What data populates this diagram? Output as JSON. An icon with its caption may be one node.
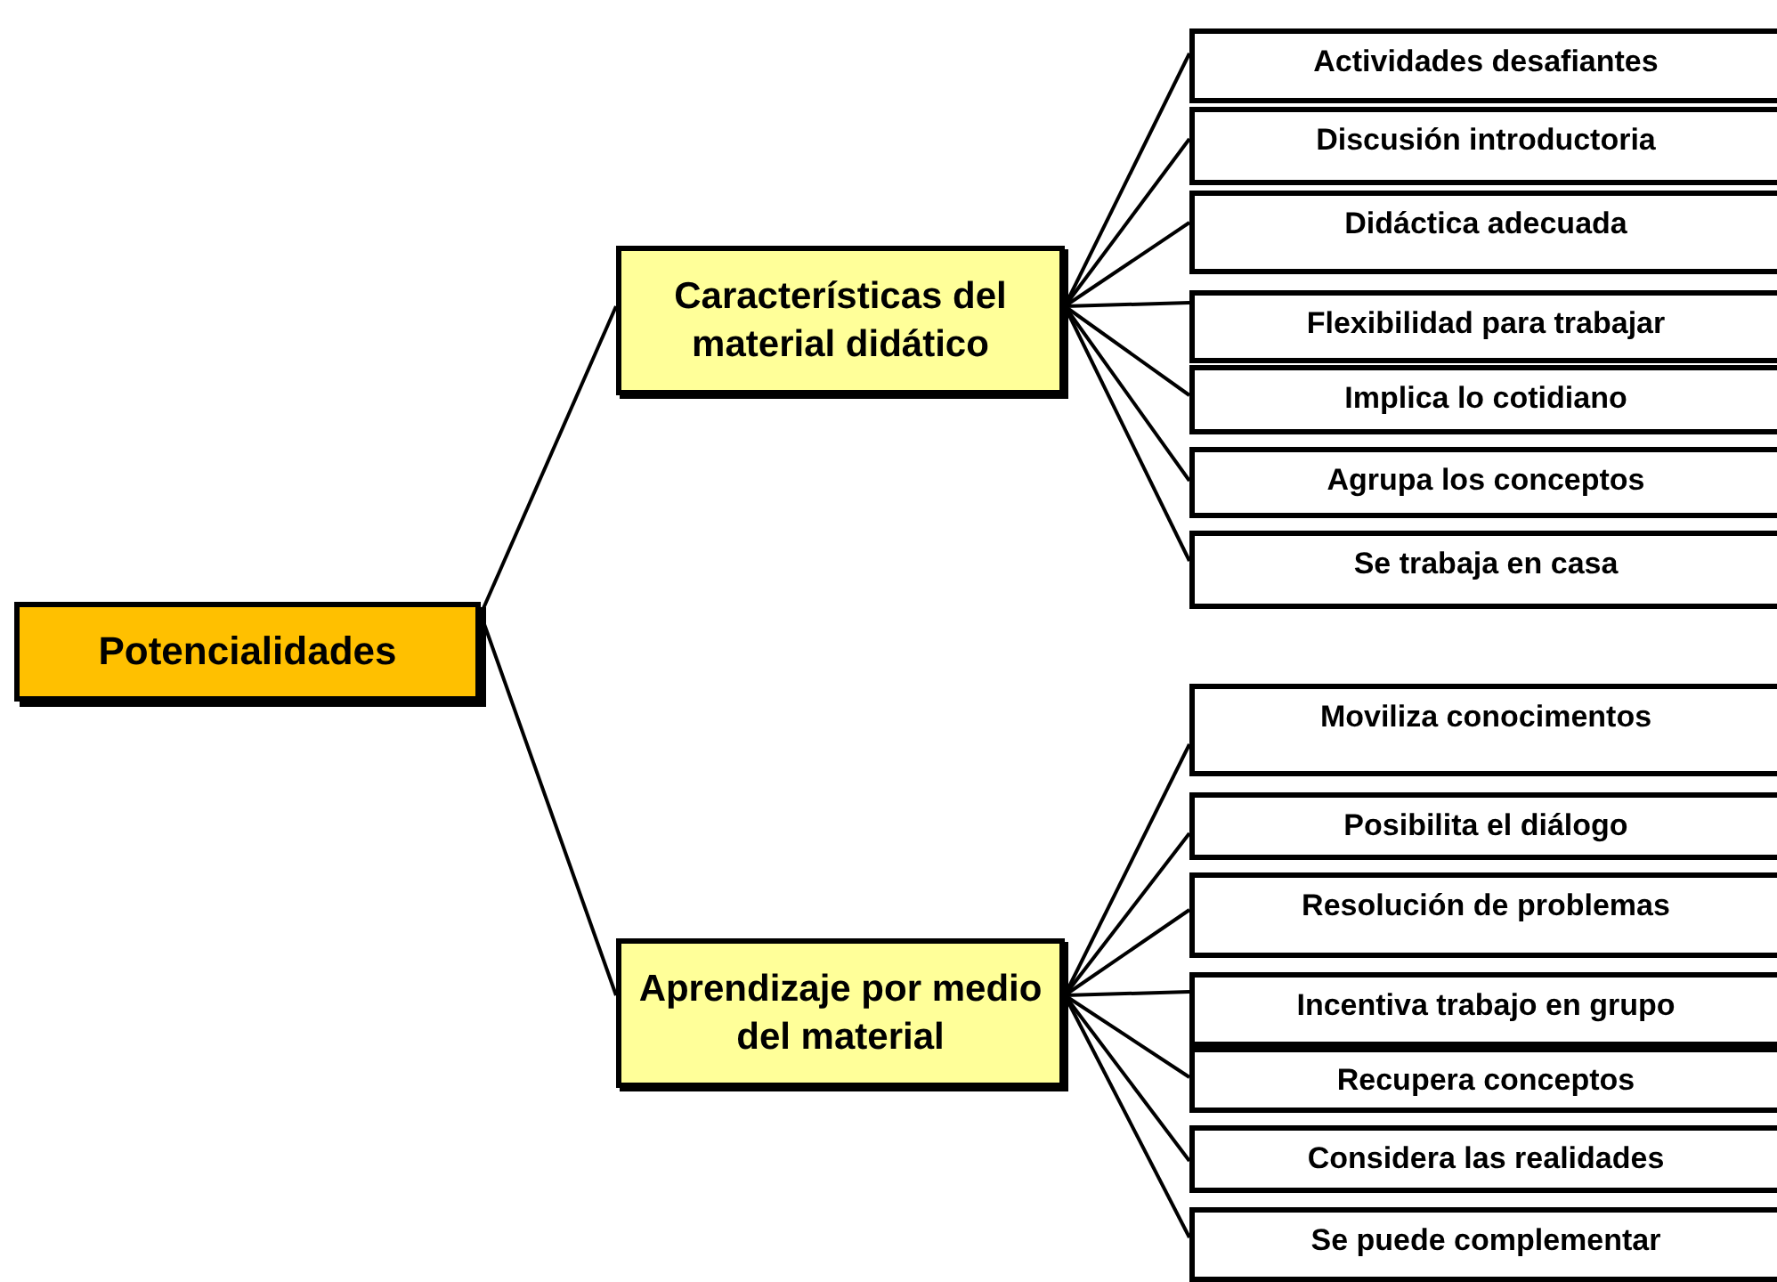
{
  "diagram": {
    "nodes": [
      {
        "text": [
          "Potencialidades"
        ]
      },
      {
        "text": [
          "Características  del material didático"
        ]
      },
      {
        "text": [
          "Actividades desafiantes"
        ]
      },
      {
        "text": [
          "Discusión introductoria"
        ]
      },
      {
        "text": [
          "Didáctica adecuada"
        ]
      },
      {
        "text": [
          "Flexibilidad para trabajar"
        ]
      },
      {
        "text": [
          "Implica lo cotidiano"
        ]
      },
      {
        "text": [
          "Agrupa los conceptos"
        ]
      },
      {
        "text": [
          "Se trabaja en casa"
        ]
      },
      {
        "text": [
          "Aprendizaje por medio del material"
        ]
      },
      {
        "text": [
          "Moviliza conocimentos"
        ]
      },
      {
        "text": [
          "Posibilita el diálogo"
        ]
      },
      {
        "text": [
          "Resolución de problemas"
        ]
      },
      {
        "text": [
          "Incentiva trabajo en grupo"
        ]
      },
      {
        "text": [
          "Recupera conceptos"
        ]
      },
      {
        "text": [
          "Considera las realidades"
        ]
      },
      {
        "text": [
          "Se puede complementar"
        ]
      }
    ],
    "edges": [
      {
        "from": 0,
        "to": 1,
        "arrow": "none"
      },
      {
        "from": 1,
        "to": 2,
        "arrow": "none"
      },
      {
        "from": 1,
        "to": 3,
        "arrow": "none"
      },
      {
        "from": 1,
        "to": 4,
        "arrow": "none"
      },
      {
        "from": 1,
        "to": 5,
        "arrow": "none"
      },
      {
        "from": 1,
        "to": 6,
        "arrow": "none"
      },
      {
        "from": 1,
        "to": 7,
        "arrow": "none"
      },
      {
        "from": 1,
        "to": 8,
        "arrow": "none"
      },
      {
        "from": 0,
        "to": 9,
        "arrow": "none"
      },
      {
        "from": 9,
        "to": 10,
        "arrow": "none"
      },
      {
        "from": 9,
        "to": 11,
        "arrow": "none"
      },
      {
        "from": 9,
        "to": 12,
        "arrow": "none"
      },
      {
        "from": 9,
        "to": 13,
        "arrow": "none"
      },
      {
        "from": 9,
        "to": 14,
        "arrow": "none"
      },
      {
        "from": 9,
        "to": 15,
        "arrow": "none"
      },
      {
        "from": 9,
        "to": 16,
        "arrow": "none"
      }
    ]
  }
}
